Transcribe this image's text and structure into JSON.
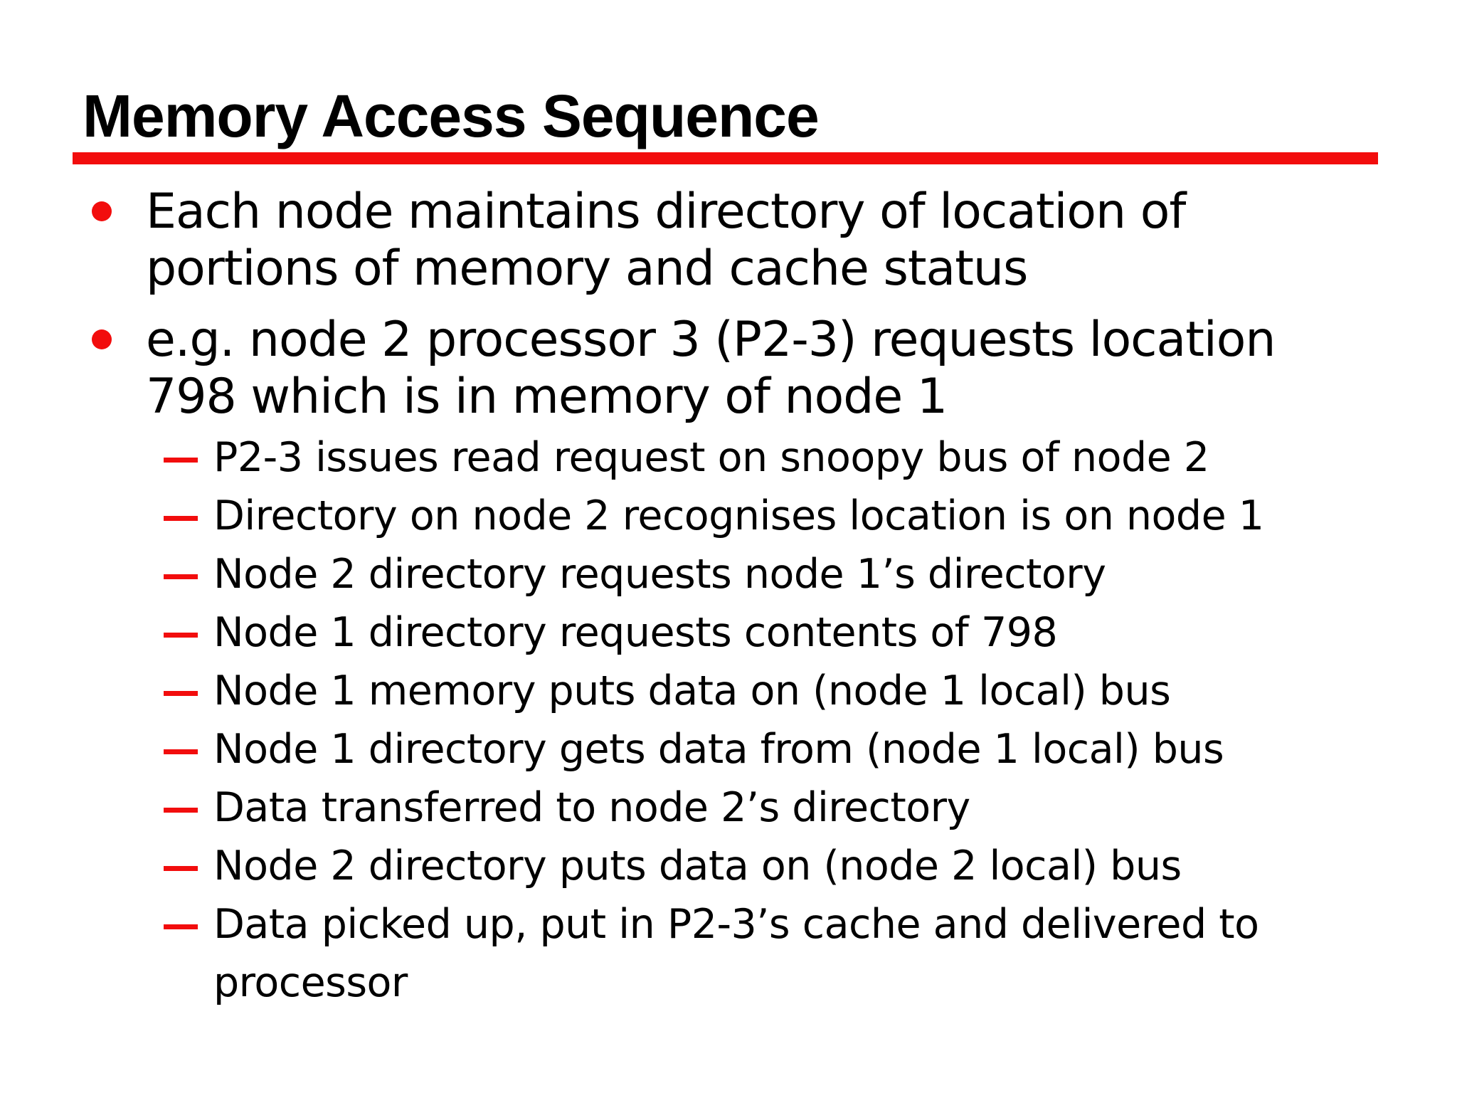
{
  "slide": {
    "title": "Memory Access Sequence",
    "colors": {
      "accent_red": "#f20d0d",
      "text_black": "#000000",
      "background": "#ffffff"
    },
    "bullets": [
      {
        "lines": [
          "Each node maintains directory of location of",
          "portions of memory and cache status"
        ]
      },
      {
        "lines": [
          "e.g. node 2 processor 3 (P2-3) requests location",
          "798 which is in memory of node 1"
        ]
      }
    ],
    "sub_bullets": [
      {
        "lines": [
          "P2-3 issues read request on snoopy bus of node 2"
        ]
      },
      {
        "lines": [
          "Directory on node 2 recognises location is on node 1"
        ]
      },
      {
        "lines": [
          "Node 2 directory requests node 1’s directory"
        ]
      },
      {
        "lines": [
          "Node 1 directory requests contents of 798"
        ]
      },
      {
        "lines": [
          "Node 1 memory puts data on (node 1 local) bus"
        ]
      },
      {
        "lines": [
          "Node 1 directory gets data from (node 1 local) bus"
        ]
      },
      {
        "lines": [
          "Data transferred to node 2’s directory"
        ]
      },
      {
        "lines": [
          "Node 2 directory puts data on (node 2 local) bus"
        ]
      },
      {
        "lines": [
          "Data picked up, put in P2-3’s cache and delivered to",
          "processor"
        ]
      }
    ]
  }
}
